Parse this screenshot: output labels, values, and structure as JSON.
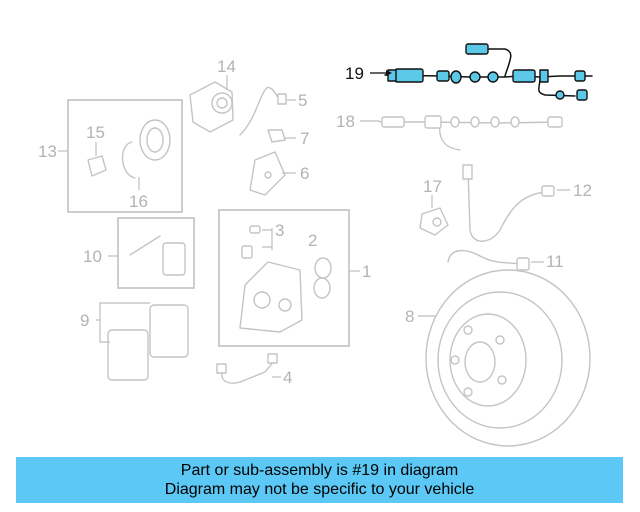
{
  "diagram": {
    "callouts": [
      "1",
      "2",
      "3",
      "4",
      "5",
      "6",
      "7",
      "8",
      "9",
      "10",
      "11",
      "12",
      "13",
      "14",
      "15",
      "16",
      "17",
      "18",
      "19"
    ],
    "highlighted_part": "19",
    "highlight_color": "#5bc8e8"
  },
  "banner": {
    "line1": "Part or sub-assembly is #19 in diagram",
    "line2": "Diagram may not be specific to your vehicle",
    "background": "#5bc8f5"
  }
}
